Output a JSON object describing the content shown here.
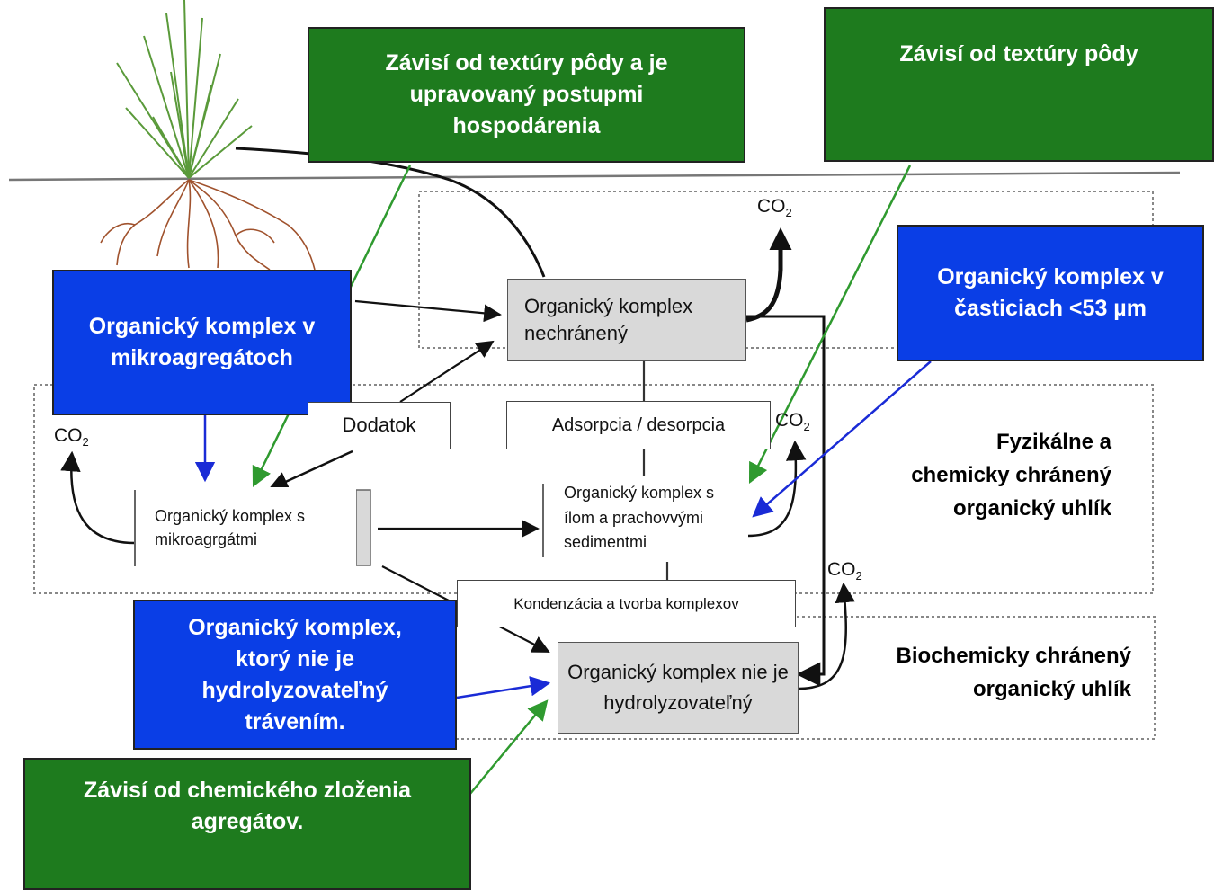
{
  "colors": {
    "green": "#1e7b1e",
    "blue": "#0a3ee6",
    "gray": "#d9d9d9",
    "root": "#a0522d",
    "grass": "#5a9a3a"
  },
  "green_notes": {
    "texture_management": "Závisí od textúry pôdy a je upravovaný postupmi hospodárenia",
    "texture": "Závisí od textúry pôdy",
    "chemical_composition": "Závisí od chemického zloženia agregátov."
  },
  "blue_notes": {
    "microaggregates": "Organický komplex v mikroagregátoch",
    "particles": "Organický komplex v časticiach <53 µm",
    "non_hydrolyzable": "Organický komplex, ktorý nie je hydrolyzovateľný trávením."
  },
  "pools": {
    "unprotected": "Organický komplex nechránený",
    "microaggregate": "Organický komplex s mikroagrgátmi",
    "silt_clay": "Organický komplex s ílom a prachovvými sedimentmi",
    "non_hydrolyzable": "Organický komplex nie je hydrolyzovateľný"
  },
  "processes": {
    "addition": "Dodatok",
    "adsorption": "Adsorpcia / desorpcia",
    "condensation": "Kondenzácia a tvorba komplexov"
  },
  "zones": {
    "physchem": "Fyzikálne a chemicky chránený organický uhlík",
    "biochem": "Biochemicky chránený organický uhlík"
  },
  "co2": {
    "main": "CO",
    "sub": "2"
  }
}
